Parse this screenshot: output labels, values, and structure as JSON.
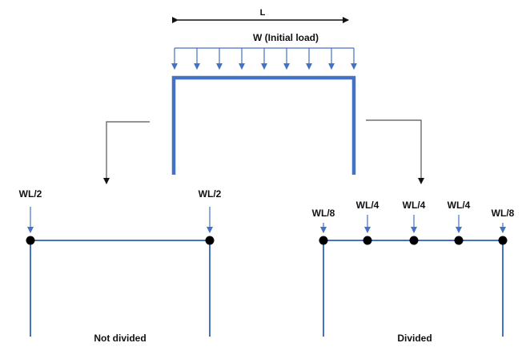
{
  "colors": {
    "frame": "#4472c4",
    "load": "#4472c4",
    "connector": "#555555",
    "dimension": "#111111",
    "node": "#000000",
    "text": "#111111"
  },
  "top_frame": {
    "span_label": "L",
    "load_label": "W (Initial load)",
    "load_arrow_count": 9
  },
  "left_frame": {
    "caption": "Not divided",
    "nodes": [
      {
        "load_label": "WL/2"
      },
      {
        "load_label": "WL/2"
      }
    ]
  },
  "right_frame": {
    "caption": "Divided",
    "nodes": [
      {
        "load_label": "WL/8"
      },
      {
        "load_label": "WL/4"
      },
      {
        "load_label": "WL/4"
      },
      {
        "load_label": "WL/4"
      },
      {
        "load_label": "WL/8"
      }
    ]
  }
}
